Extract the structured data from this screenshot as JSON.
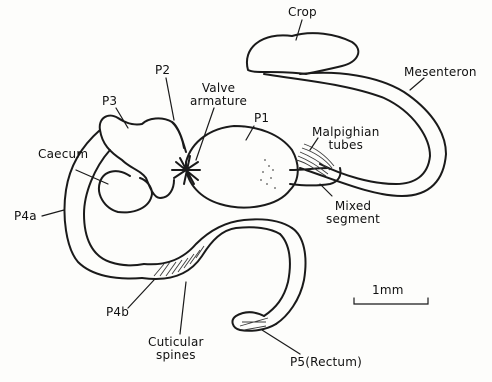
{
  "labels": {
    "crop": "Crop",
    "mesenteron": "Mesenteron",
    "p2": "P2",
    "valve_armature": "Valve\narmature",
    "p3": "P3",
    "p1": "P1",
    "malpighian_tubes": "Malpighian\ntubes",
    "caecum": "Caecum",
    "mixed_segment": "Mixed\nsegment",
    "p4a": "P4a",
    "scale_bar": "1mm",
    "p4b": "P4b",
    "cuticular_spines": "Cuticular\nspines",
    "p5_rectum": "P5(Rectum)"
  },
  "colors": {
    "ink": "#1a1a1a",
    "paper": "#fdfdfb"
  }
}
